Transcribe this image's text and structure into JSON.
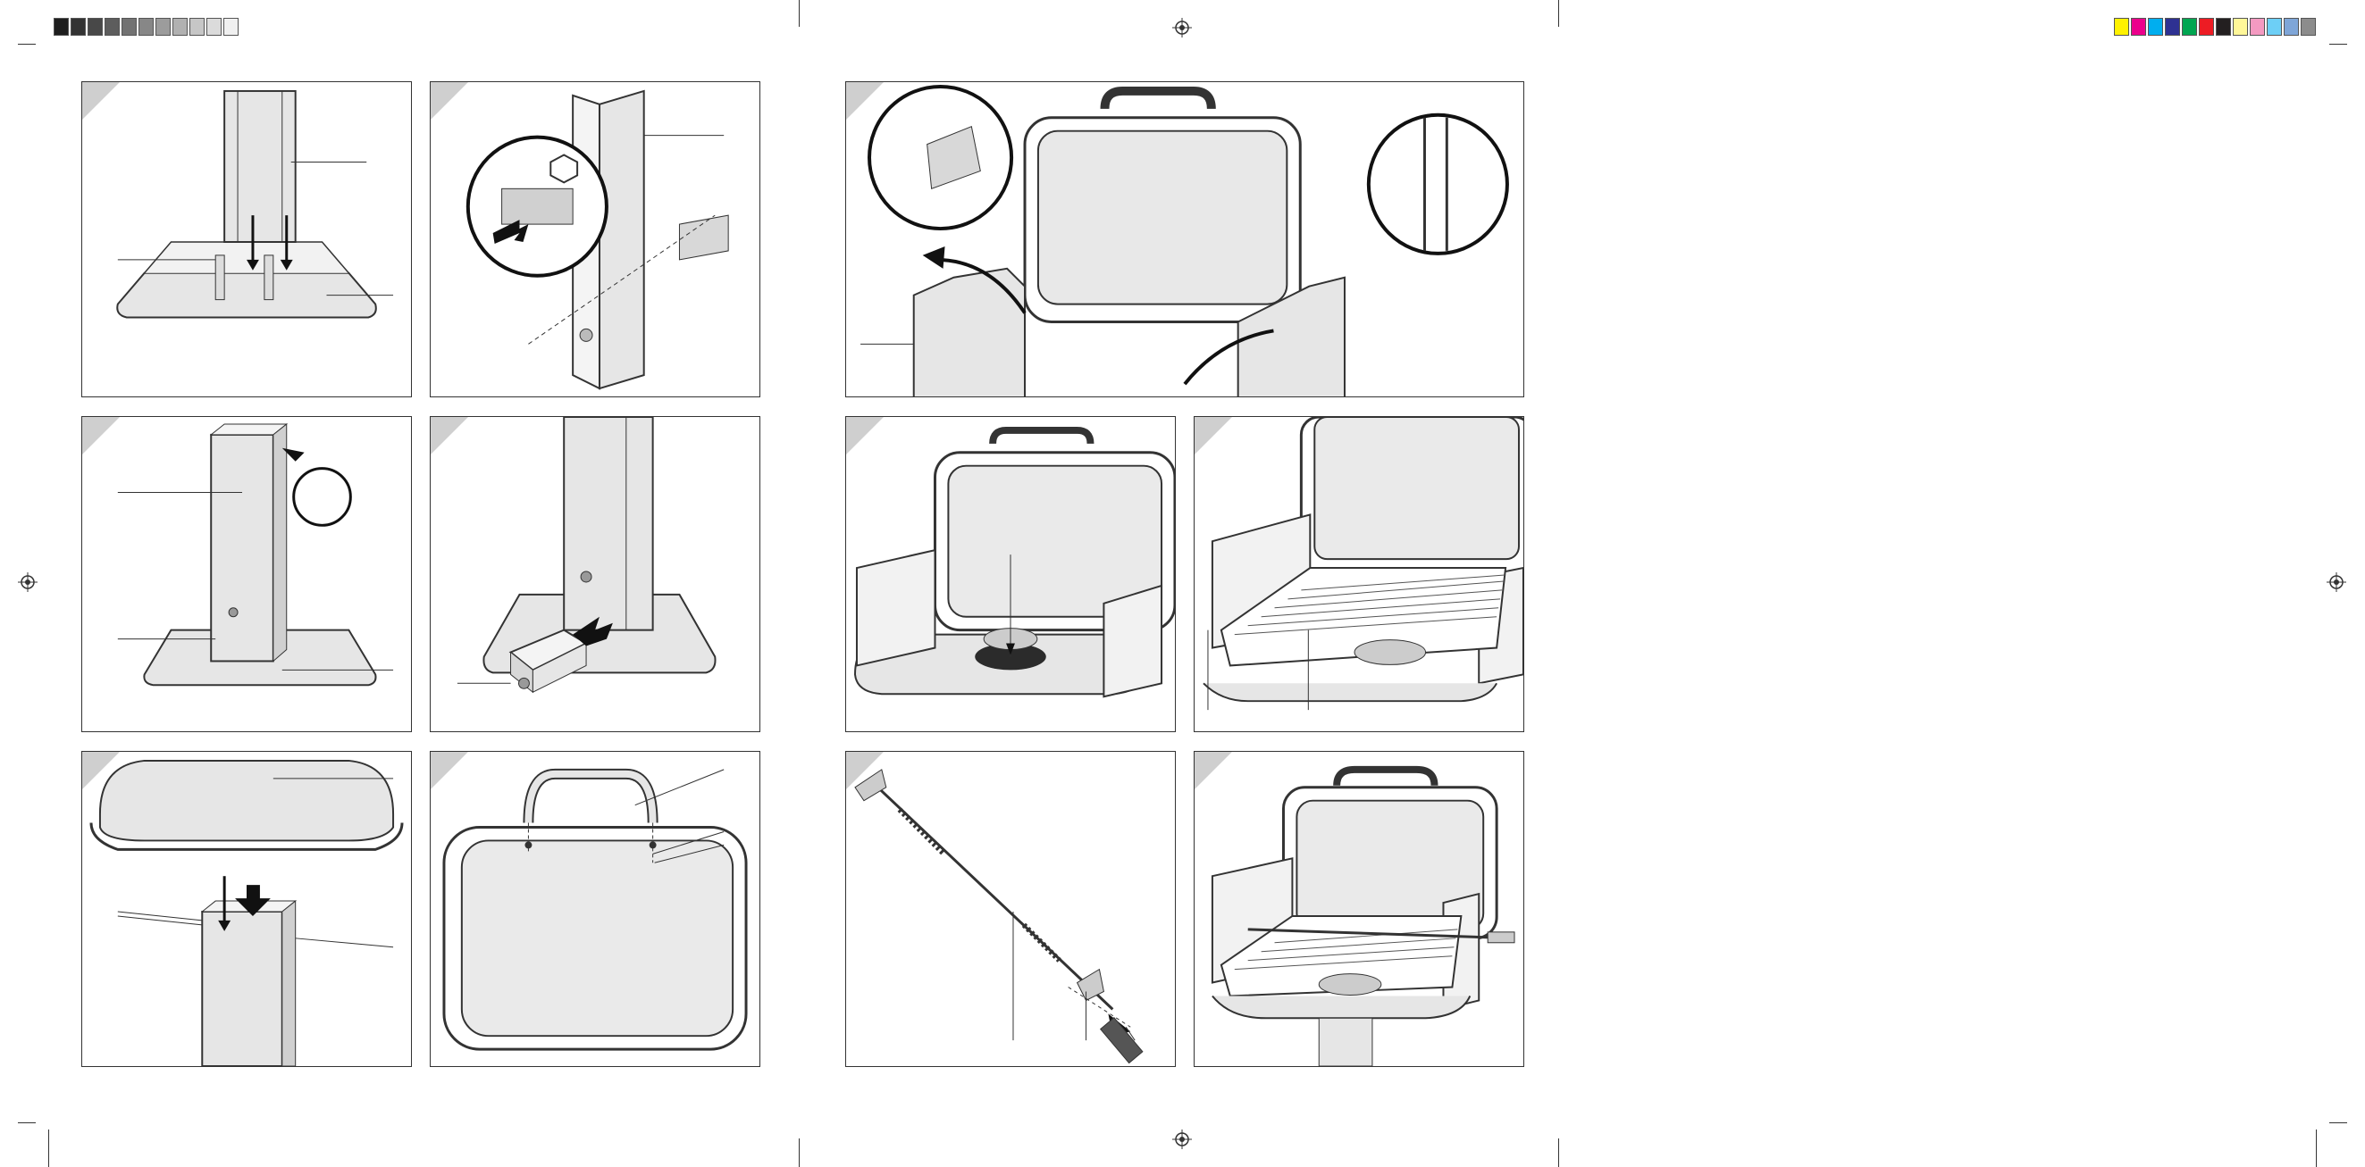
{
  "color_bar": {
    "grays": [
      "#1e1e1e",
      "#333333",
      "#484848",
      "#5d5d5d",
      "#727272",
      "#878787",
      "#9c9c9c",
      "#b1b1b1",
      "#c6c6c6",
      "#dbdbdb",
      "#f0f0f0"
    ],
    "process": [
      "#fff200",
      "#ec008c",
      "#00aeef",
      "#2e3192",
      "#00a651",
      "#ed1c24",
      "#231f20",
      "#fff799",
      "#f49ac1",
      "#6dcff6",
      "#7fa6d8",
      "#8c8c8c"
    ]
  },
  "colors": {
    "line": "#333333",
    "metal_fill": "#e6e6e6",
    "step_corner": "#cfcfcf",
    "dark_part": "#2b2b2b"
  },
  "panels": [
    {
      "id": "stand-base-assembly",
      "icon": "post-into-base"
    },
    {
      "id": "post-bracket-detail",
      "icon": "bolt-and-nut"
    },
    {
      "id": "side-wall-mounting",
      "icon": "side-wall-screws"
    },
    {
      "id": "base-post-installed",
      "icon": "post-on-base"
    },
    {
      "id": "ash-drawer-insert",
      "icon": "ash-drawer"
    },
    {
      "id": "charcoal-tray-placement",
      "icon": "charcoal-bowl"
    },
    {
      "id": "grill-grate-placement",
      "icon": "grill-grate"
    },
    {
      "id": "bowl-onto-post",
      "icon": "bowl-on-post"
    },
    {
      "id": "lid-handle-mounting",
      "icon": "lid-handle"
    },
    {
      "id": "skewer-rod-assembly",
      "icon": "rotisserie-skewer"
    },
    {
      "id": "complete-grill",
      "icon": "finished-grill"
    }
  ]
}
